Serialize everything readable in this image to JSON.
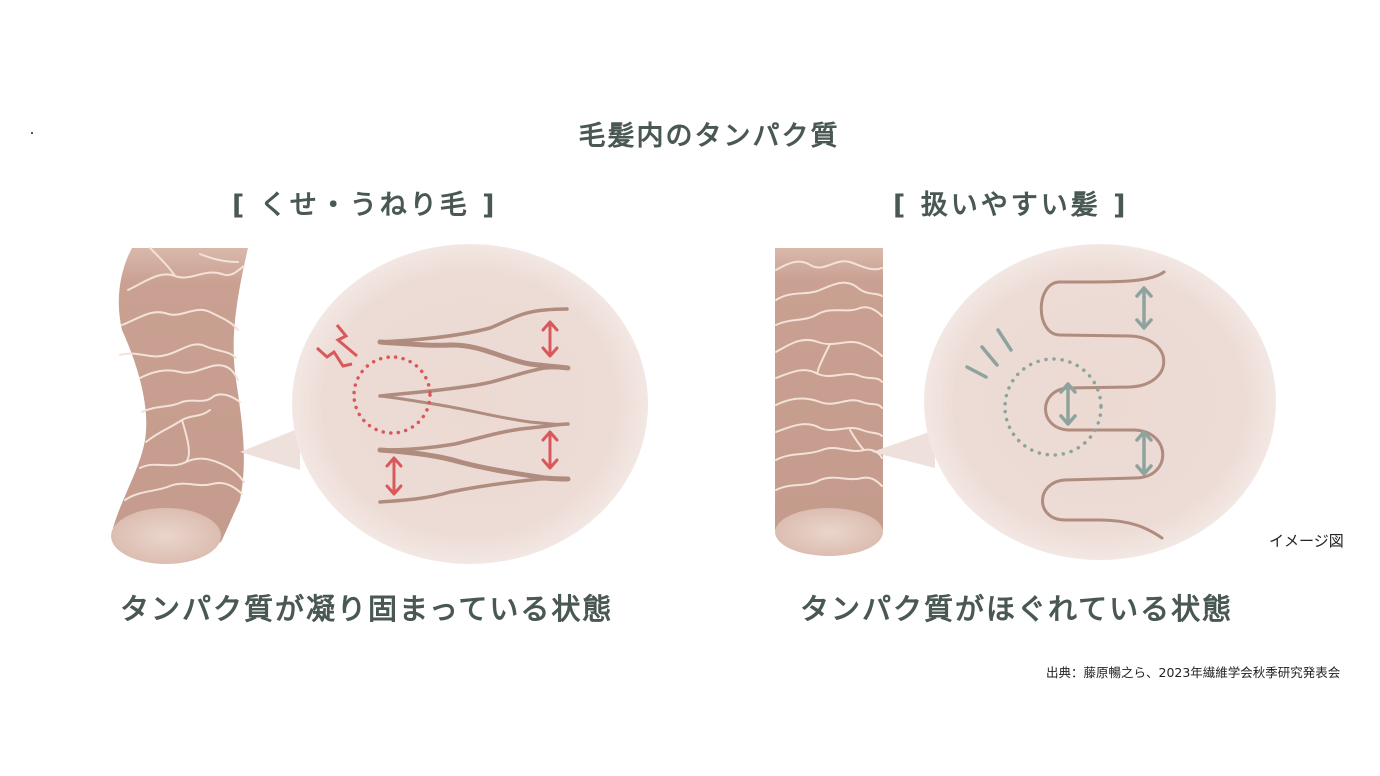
{
  "figure": {
    "title": "毛髪内のタンパク質",
    "image_note": "イメージ図",
    "source": "出典：藤原暢之ら、2023年繊維学会秋季研究発表会"
  },
  "panels": [
    {
      "id": "frizzy",
      "heading": "[ くせ・うねり毛 ]",
      "caption": "タンパク質が凝り固まっている状態",
      "hair_shape": "wavy",
      "accent_color": "#d9595b",
      "annotations": [
        "zigzag-stress-mark",
        "dotted-circle",
        "vertical-double-arrows x3"
      ]
    },
    {
      "id": "manageable",
      "heading": "[ 扱いやすい髪 ]",
      "caption": "タンパク質がほぐれている状態",
      "hair_shape": "straight",
      "accent_color": "#8fa39e",
      "annotations": [
        "radiating-lines",
        "dotted-circle",
        "vertical-double-arrows x3"
      ]
    }
  ],
  "colors": {
    "text": "#4a5854",
    "hair": "#c9a091",
    "cuticle_lines": "#f3e2d8",
    "bubble": "#ecd9d3",
    "protein_fiber": "#b08c7f"
  }
}
